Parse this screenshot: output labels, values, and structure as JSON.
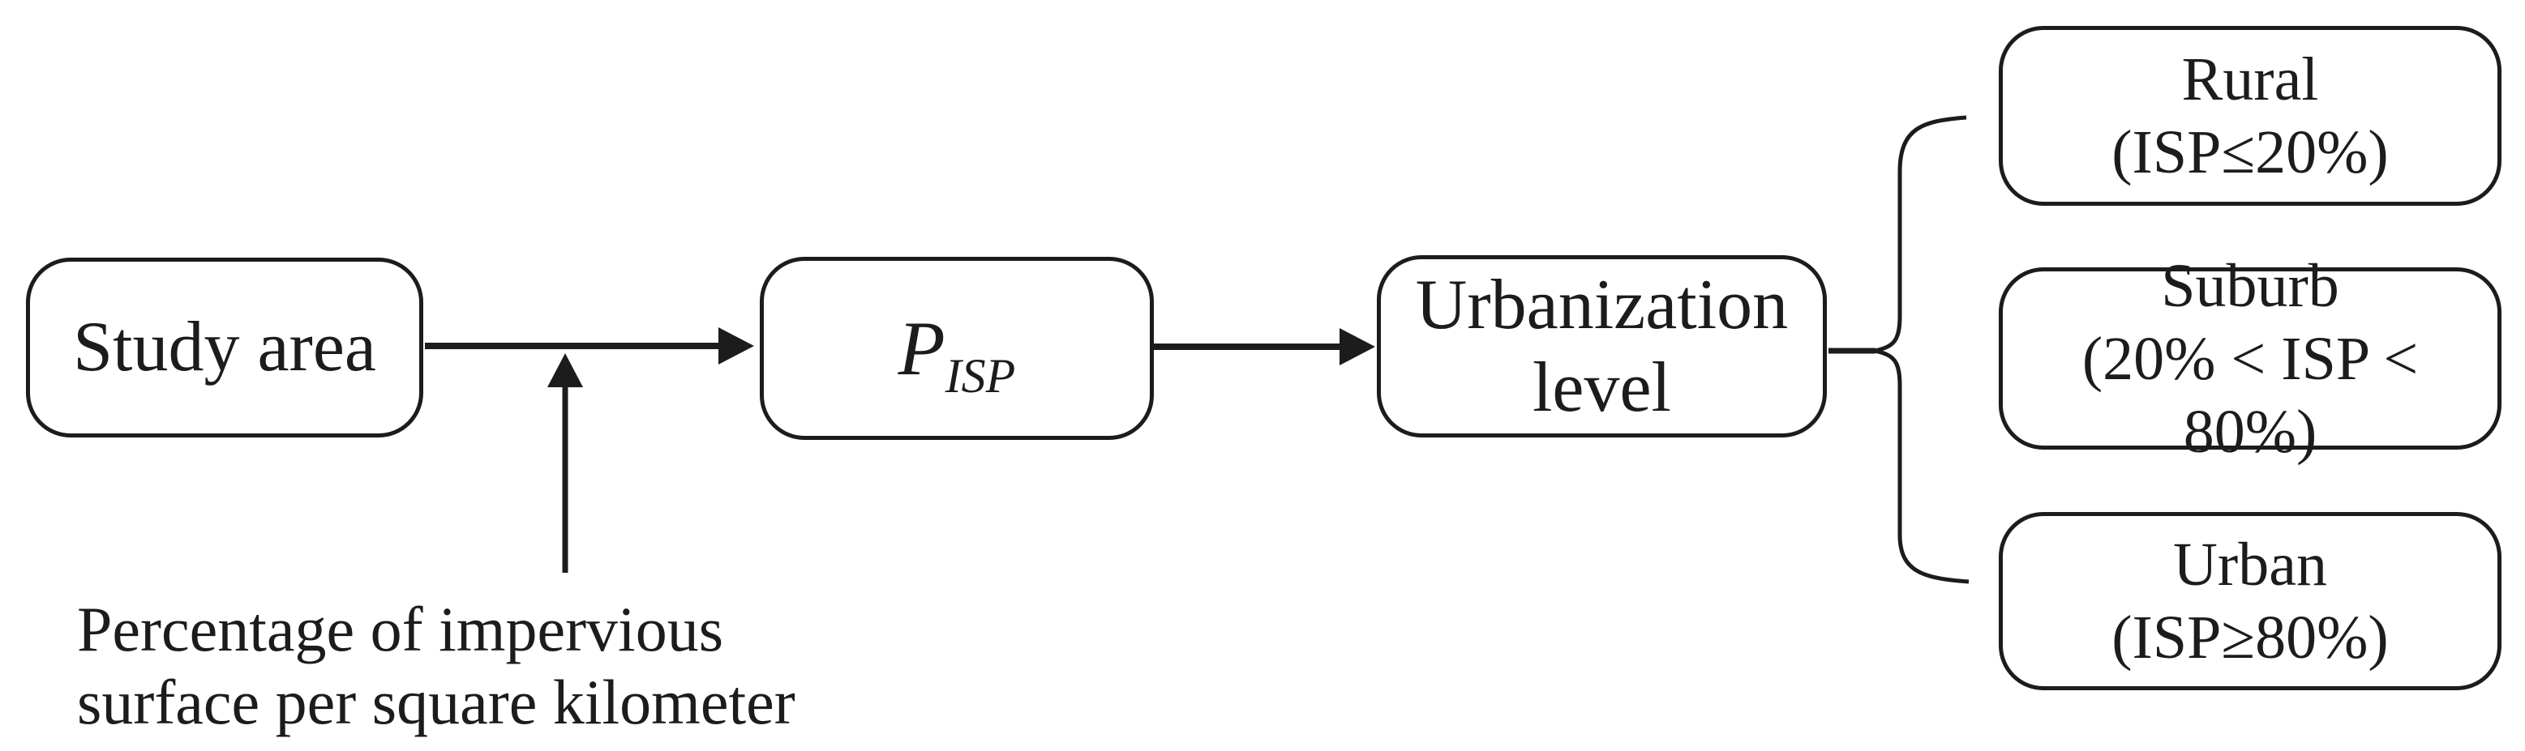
{
  "diagram": {
    "background": "#ffffff",
    "ink": "#1c1c1c",
    "nodes": {
      "study_area": {
        "label": "Study area"
      },
      "p_isp": {
        "symbol": "P",
        "subscript": "ISP"
      },
      "urbanization_level": {
        "lines": [
          "Urbanization",
          "level"
        ]
      },
      "rural": {
        "lines": [
          "Rural",
          "(ISP≤20%)"
        ]
      },
      "suburb": {
        "lines": [
          "Suburb",
          "(20% < ISP <",
          "80%)"
        ]
      },
      "urban": {
        "lines": [
          "Urban",
          "(ISP≥80%)"
        ]
      }
    },
    "annotation": {
      "lines": [
        "Percentage of impervious",
        "surface per square kilometer"
      ]
    },
    "connectors": [
      {
        "name": "study-to-pisp",
        "type": "arrow-right"
      },
      {
        "name": "pisp-to-urbanization",
        "type": "arrow-right"
      },
      {
        "name": "isp-definition-to-flow",
        "type": "arrow-up"
      },
      {
        "name": "urbanization-to-classes",
        "type": "curly-brace"
      }
    ]
  }
}
